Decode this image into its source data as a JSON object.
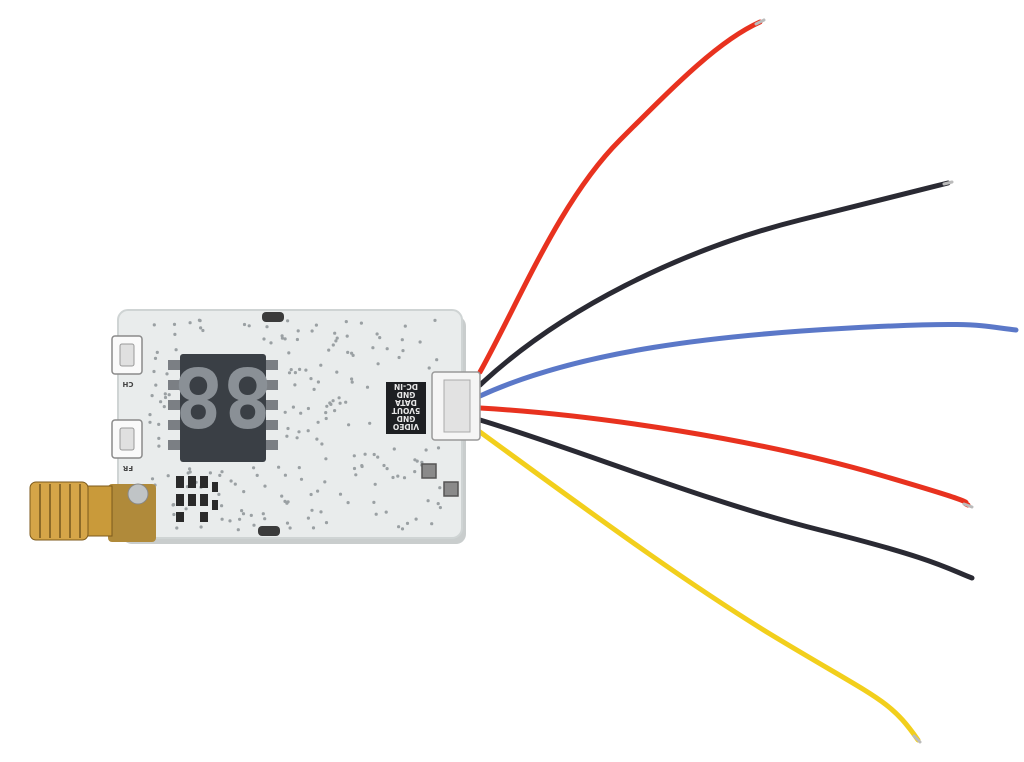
{
  "board": {
    "pin_labels": [
      "DC-IN",
      "GND",
      "DATA",
      "5VOUT",
      "GND",
      "VIDEO"
    ],
    "button_labels": [
      "CH",
      "FR"
    ],
    "display_digits": "88"
  },
  "colors": {
    "pcb": "#e9ecec",
    "red_wire": "#e8321f",
    "black_wire": "#2a2a33",
    "blue_wire": "#5b78c8",
    "yellow_wire": "#f2cf1c",
    "gold": "#c99a3a",
    "display": "#3a3f45"
  },
  "wires": [
    {
      "color": "red_wire"
    },
    {
      "color": "black_wire"
    },
    {
      "color": "blue_wire"
    },
    {
      "color": "red_wire"
    },
    {
      "color": "black_wire"
    },
    {
      "color": "yellow_wire"
    }
  ]
}
